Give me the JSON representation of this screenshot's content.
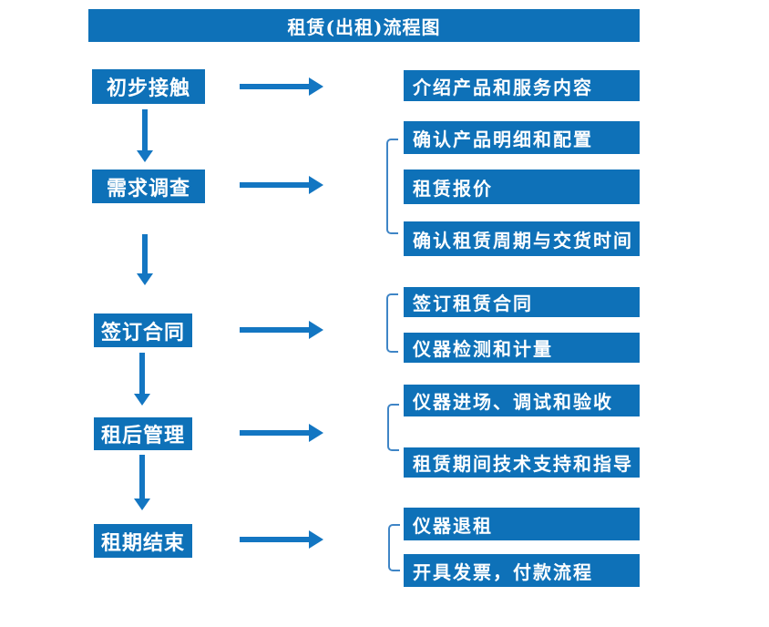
{
  "title": "租赁(出租)流程图",
  "colors": {
    "box_fill": "#0e71b8",
    "arrow": "#1376c2",
    "bracket": "#3f85c6",
    "text": "#ffffff",
    "background": "#ffffff"
  },
  "steps": [
    {
      "label": "初步接触",
      "details": [
        "介绍产品和服务内容"
      ]
    },
    {
      "label": "需求调查",
      "details": [
        "确认产品明细和配置",
        "租赁报价",
        "确认租赁周期与交货时间"
      ]
    },
    {
      "label": "签订合同",
      "details": [
        "签订租赁合同",
        "仪器检测和计量"
      ]
    },
    {
      "label": "租后管理",
      "details": [
        "仪器进场、调试和验收",
        "租赁期间技术支持和指导"
      ]
    },
    {
      "label": "租期结束",
      "details": [
        "仪器退租",
        "开具发票，付款流程"
      ]
    }
  ]
}
